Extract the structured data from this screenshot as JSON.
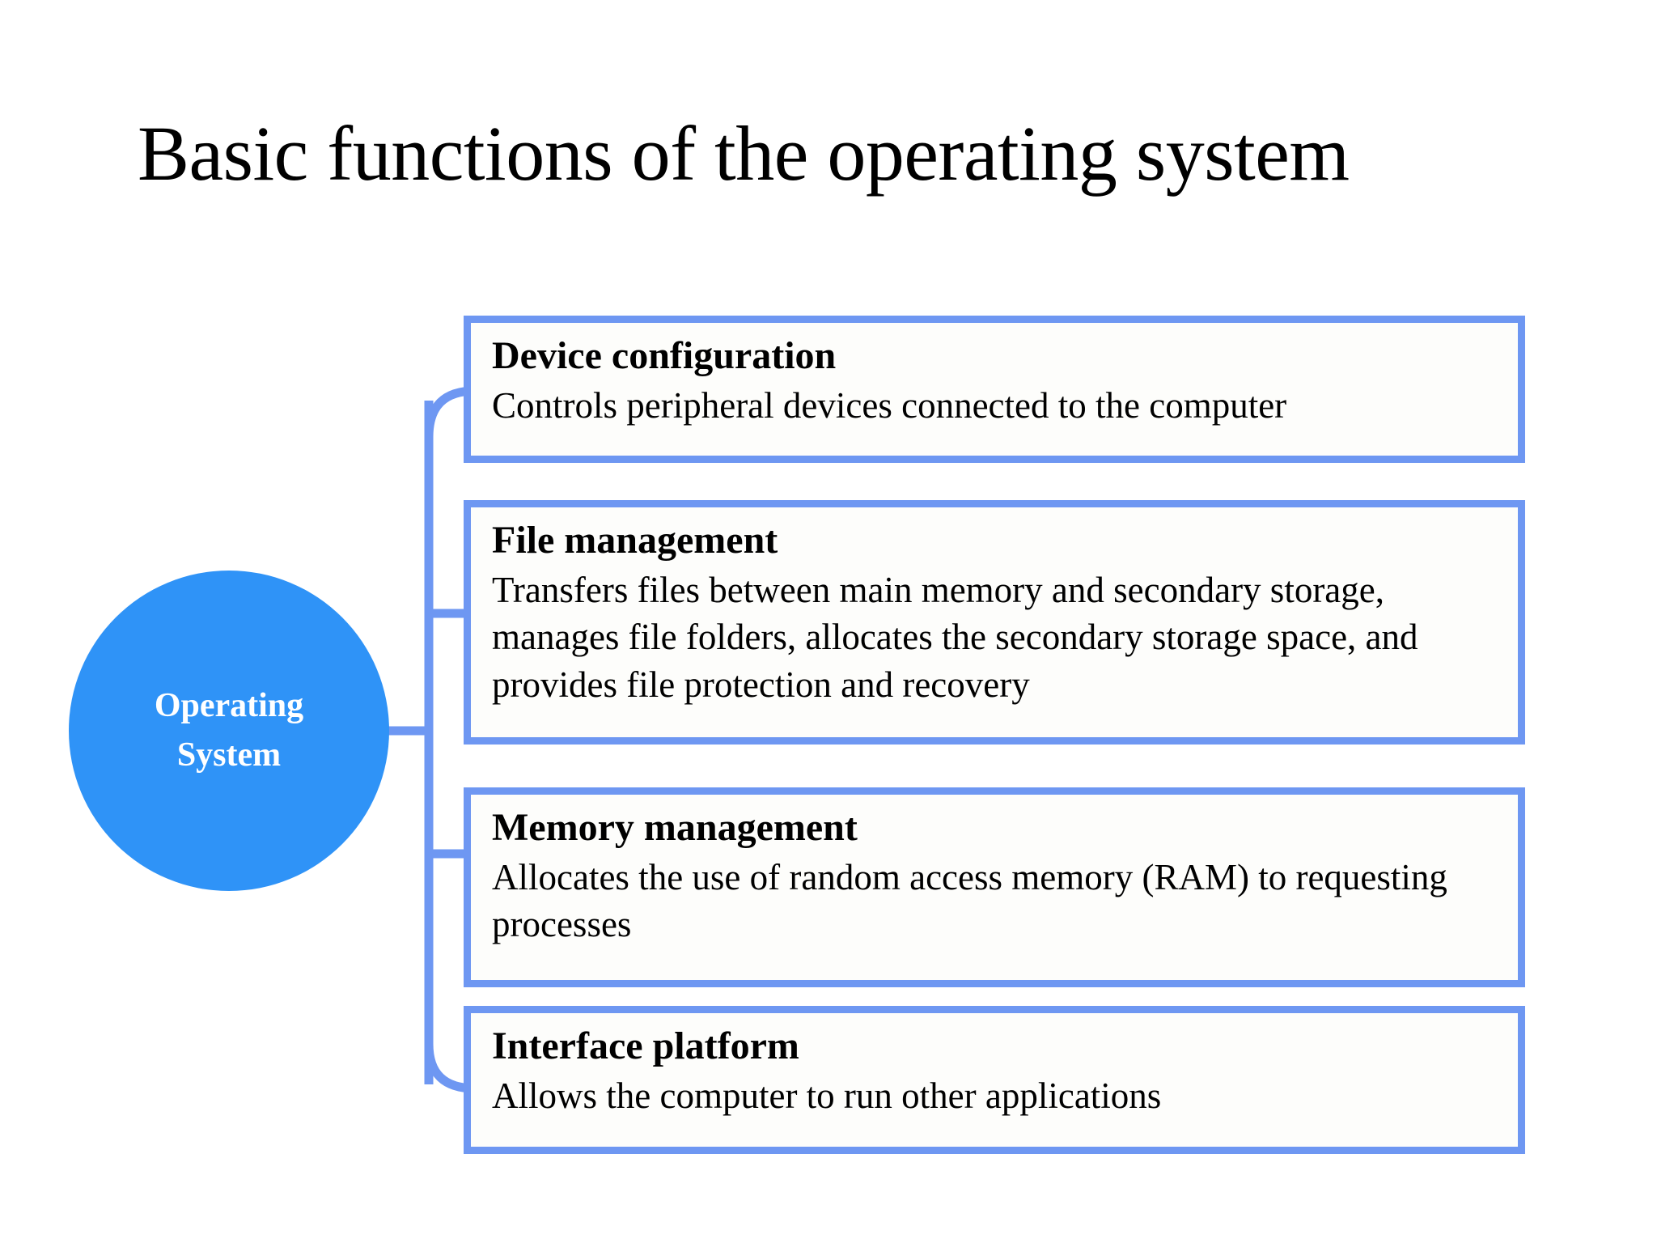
{
  "slide": {
    "title": "Basic functions of the operating system",
    "background_color": "#ffffff"
  },
  "theme": {
    "node_fill": "#2F93F7",
    "node_text": "#ffffff",
    "box_border": "#6E97F2",
    "box_fill": "#FDFDFB",
    "connector_color": "#6E97F2",
    "text_color": "#000000"
  },
  "diagram_data": {
    "type": "hierarchy",
    "layout": "horizontal-bracket",
    "root": {
      "label": "Operating System",
      "line_1": "Operating",
      "line_2": "System",
      "shape": "circle"
    },
    "branches": [
      {
        "id": "device-configuration",
        "title": "Device configuration",
        "description": "Controls peripheral devices connected to the computer"
      },
      {
        "id": "file-management",
        "title": "File management",
        "description": "Transfers files between main memory and secondary storage, manages file folders, allocates the secondary storage space, and provides file protection and recovery"
      },
      {
        "id": "memory-management",
        "title": "Memory management",
        "description": "Allocates the use of random access memory (RAM) to requesting processes"
      },
      {
        "id": "interface-platform",
        "title": "Interface platform",
        "description": "Allows the computer to run other applications"
      }
    ]
  }
}
